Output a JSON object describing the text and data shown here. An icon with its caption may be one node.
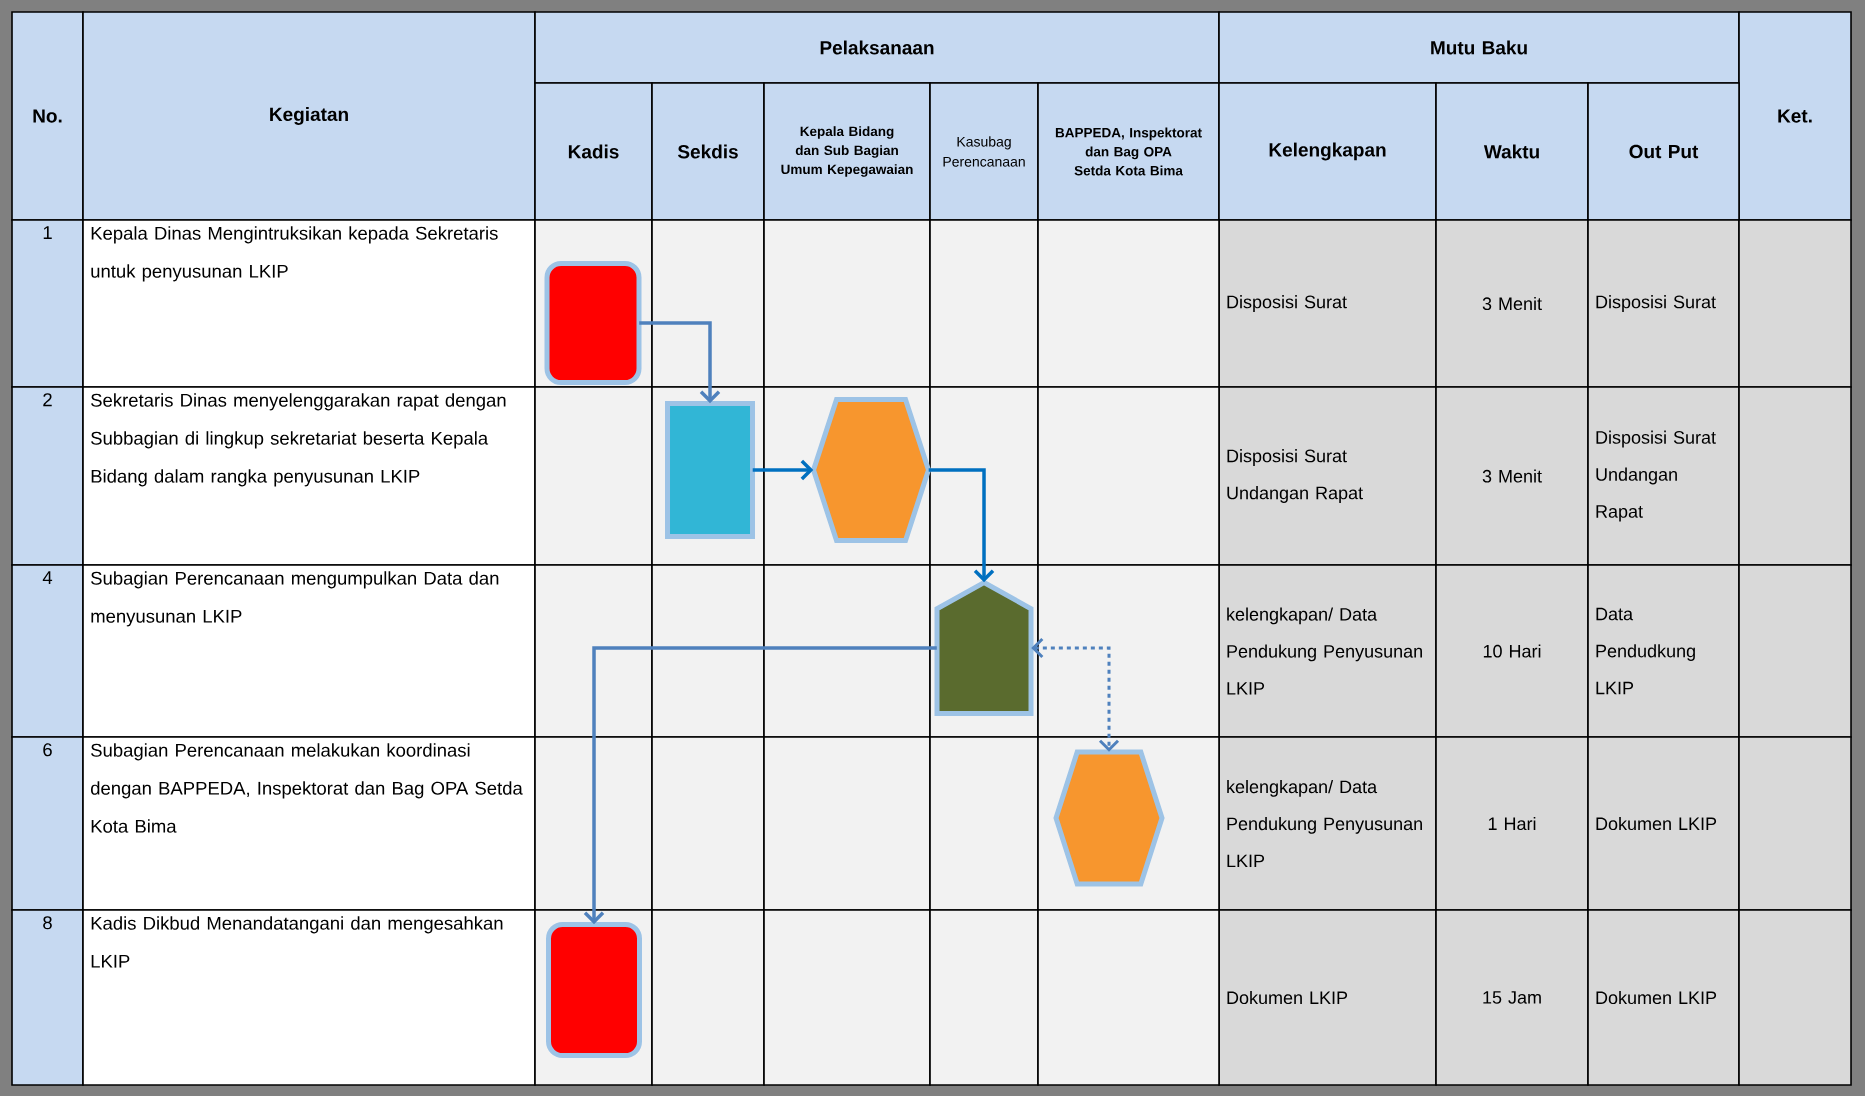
{
  "diagram": {
    "nodes": [
      {
        "text": [],
        "shape": "box"
      },
      {
        "text": [],
        "shape": "box"
      },
      {
        "text": [],
        "shape": "hexagon"
      },
      {
        "text": [],
        "shape": "pentagon"
      },
      {
        "text": [],
        "shape": "hexagon"
      },
      {
        "text": [],
        "shape": "box"
      }
    ],
    "edges": [
      {
        "from": 0,
        "to": 1,
        "arrow": "to"
      },
      {
        "from": 1,
        "to": 2,
        "arrow": "to",
        "color": "#0070c0"
      },
      {
        "from": 2,
        "to": 3,
        "arrow": "to",
        "color": "#0070c0"
      },
      {
        "from": 3,
        "to": 5,
        "arrow": "to"
      },
      {
        "from": 3,
        "to": 4,
        "arrow": "both",
        "style": "dashed"
      }
    ],
    "labels": [
      "No.",
      "Kegiatan",
      "Pelaksanaan",
      "Mutu Baku",
      "Ket.",
      "Kadis",
      "Sekdis",
      "Kepala Bidang dan Sub Bagian Umum Kepegawaian",
      "Kasubag Perencanaan",
      "BAPPEDA, Inspektorat dan Bag OPA Setda Kota Bima",
      "Kelengkapan",
      "Waktu",
      "Out Put",
      "1",
      "Kepala Dinas Mengintruksikan kepada Sekretaris untuk penyusunan LKIP",
      "Disposisi Surat",
      "3 Menit",
      "Disposisi Surat",
      "2",
      "Sekretaris Dinas menyelenggarakan rapat dengan Subbagian di lingkup sekretariat beserta Kepala Bidang dalam rangka penyusunan LKIP",
      "Disposisi Surat Undangan Rapat",
      "3 Menit",
      "Disposisi Surat Undangan Rapat",
      "4",
      "Subagian Perencanaan mengumpulkan Data dan menyusunan LKIP",
      "kelengkapan/ Data Pendukung Penyusunan LKIP",
      "10 Hari",
      "Data Pendudkung LKIP",
      "6",
      "Subagian Perencanaan melakukan koordinasi dengan BAPPEDA, Inspektorat dan Bag OPA Setda Kota Bima",
      "kelengkapan/ Data Pendukung Penyusunan LKIP",
      "1 Hari",
      "Dokumen LKIP",
      "8",
      "Kadis Dikbud Menandatangani dan mengesahkan LKIP",
      "Dokumen LKIP",
      "15 Jam",
      "Dokumen LKIP"
    ]
  }
}
